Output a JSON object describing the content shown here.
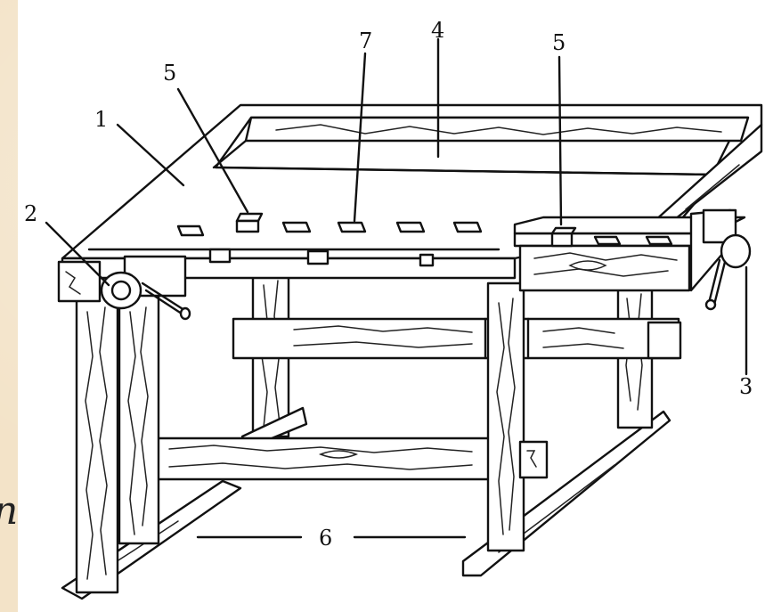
{
  "labels": {
    "l1": "1",
    "l2": "2",
    "l3": "3",
    "l4": "4",
    "l5a": "5",
    "l5b": "5",
    "l6": "6",
    "l7": "7"
  },
  "side_glyph": "n"
}
